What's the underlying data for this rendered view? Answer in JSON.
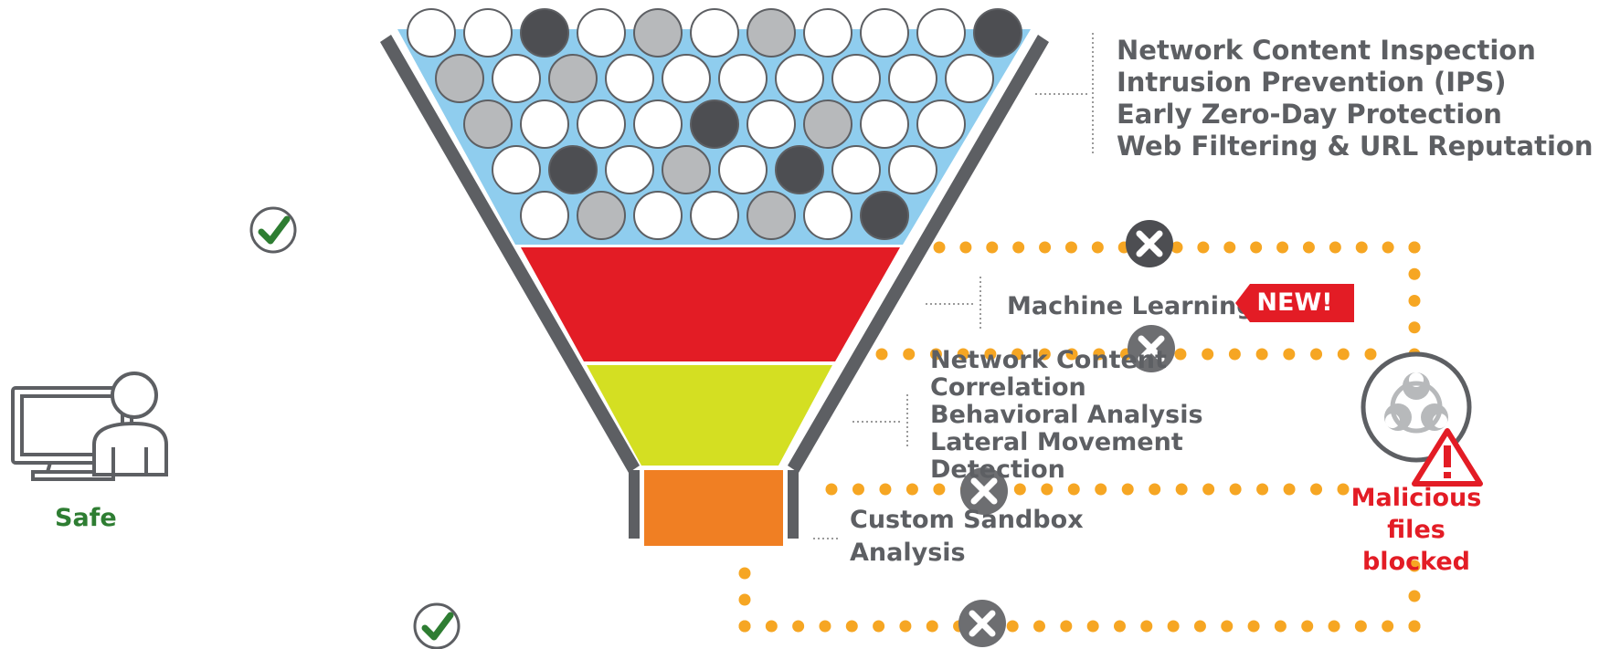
{
  "layers": {
    "top": [
      "Network Content Inspection",
      "Intrusion Prevention (IPS)",
      "Early Zero-Day Protection",
      "Web Filtering & URL Reputation"
    ],
    "machine_learning": "Machine Learning",
    "new_badge": "NEW!",
    "network": [
      "Network Content",
      "Correlation",
      "Behavioral Analysis",
      "Lateral Movement",
      "Detection"
    ],
    "sandbox": [
      "Custom Sandbox",
      "Analysis"
    ]
  },
  "safe_label": "Safe",
  "malicious_label": [
    "Malicious",
    "files",
    "blocked"
  ],
  "colors": {
    "layer_blue": "#8fcdee",
    "layer_red": "#e31c25",
    "layer_yellow": "#d4df22",
    "layer_orange": "#f07f23",
    "funnel_wall": "#5d5f63",
    "dots": "#f6a623",
    "ball_dark": "#4d4e52",
    "ball_gray": "#b7b9bb",
    "safe_green": "#2e7d32",
    "malicious_red": "#e31c25"
  },
  "icons": [
    "user-computer-icon",
    "check-icon",
    "block-x-icon",
    "biohazard-icon",
    "warning-icon"
  ]
}
